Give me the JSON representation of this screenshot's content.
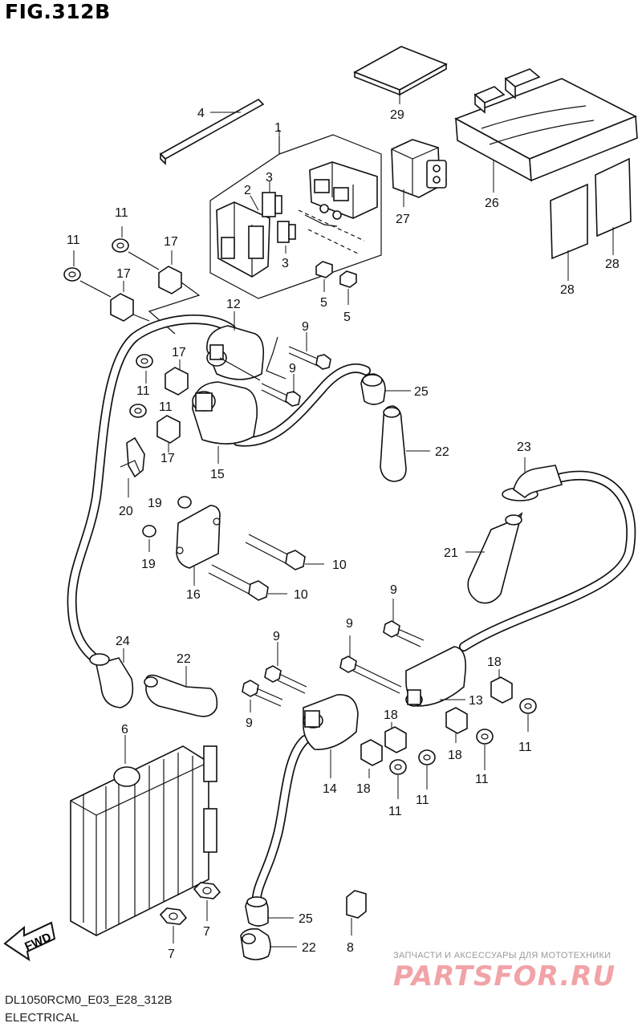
{
  "figure": {
    "title": "FIG.312B",
    "code": "DL1050RCM0_E03_E28_312B",
    "section": "ELECTRICAL",
    "fwd_label": "FWD"
  },
  "watermark": {
    "subtitle": "ЗАПЧАСТИ И АКСЕССУАРЫ ДЛЯ МОТОТЕХНИКИ",
    "logo": "PARTSFOR.RU"
  },
  "callouts": [
    {
      "id": "c1",
      "text": "1"
    },
    {
      "id": "c2",
      "text": "2"
    },
    {
      "id": "c3a",
      "text": "3"
    },
    {
      "id": "c3b",
      "text": "3"
    },
    {
      "id": "c4",
      "text": "4"
    },
    {
      "id": "c5a",
      "text": "5"
    },
    {
      "id": "c5b",
      "text": "5"
    },
    {
      "id": "c6",
      "text": "6"
    },
    {
      "id": "c7a",
      "text": "7"
    },
    {
      "id": "c7b",
      "text": "7"
    },
    {
      "id": "c8",
      "text": "8"
    },
    {
      "id": "c9a",
      "text": "9"
    },
    {
      "id": "c9b",
      "text": "9"
    },
    {
      "id": "c9c",
      "text": "9"
    },
    {
      "id": "c9d",
      "text": "9"
    },
    {
      "id": "c9e",
      "text": "9"
    },
    {
      "id": "c9f",
      "text": "9"
    },
    {
      "id": "c10a",
      "text": "10"
    },
    {
      "id": "c10b",
      "text": "10"
    },
    {
      "id": "c11a",
      "text": "11"
    },
    {
      "id": "c11b",
      "text": "11"
    },
    {
      "id": "c11c",
      "text": "11"
    },
    {
      "id": "c11d",
      "text": "11"
    },
    {
      "id": "c11e",
      "text": "11"
    },
    {
      "id": "c11f",
      "text": "11"
    },
    {
      "id": "c11g",
      "text": "11"
    },
    {
      "id": "c11h",
      "text": "11"
    },
    {
      "id": "c12",
      "text": "12"
    },
    {
      "id": "c13",
      "text": "13"
    },
    {
      "id": "c14",
      "text": "14"
    },
    {
      "id": "c15",
      "text": "15"
    },
    {
      "id": "c16",
      "text": "16"
    },
    {
      "id": "c17a",
      "text": "17"
    },
    {
      "id": "c17b",
      "text": "17"
    },
    {
      "id": "c17c",
      "text": "17"
    },
    {
      "id": "c17d",
      "text": "17"
    },
    {
      "id": "c18a",
      "text": "18"
    },
    {
      "id": "c18b",
      "text": "18"
    },
    {
      "id": "c18c",
      "text": "18"
    },
    {
      "id": "c18d",
      "text": "18"
    },
    {
      "id": "c19a",
      "text": "19"
    },
    {
      "id": "c19b",
      "text": "19"
    },
    {
      "id": "c20",
      "text": "20"
    },
    {
      "id": "c21",
      "text": "21"
    },
    {
      "id": "c22a",
      "text": "22"
    },
    {
      "id": "c22b",
      "text": "22"
    },
    {
      "id": "c22c",
      "text": "22"
    },
    {
      "id": "c23",
      "text": "23"
    },
    {
      "id": "c24",
      "text": "24"
    },
    {
      "id": "c25a",
      "text": "25"
    },
    {
      "id": "c25b",
      "text": "25"
    },
    {
      "id": "c26",
      "text": "26"
    },
    {
      "id": "c27",
      "text": "27"
    },
    {
      "id": "c28a",
      "text": "28"
    },
    {
      "id": "c28b",
      "text": "28"
    },
    {
      "id": "c29",
      "text": "29"
    }
  ]
}
